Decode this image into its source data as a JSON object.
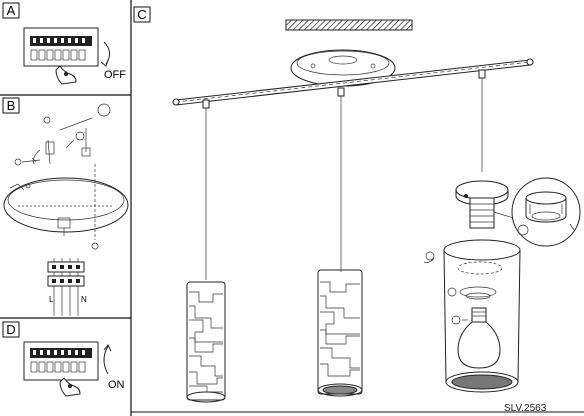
{
  "panels": {
    "a": {
      "letter": "A",
      "switch_state": "OFF"
    },
    "b": {
      "letter": "B",
      "wire_labels": [
        "L",
        "N"
      ]
    },
    "c": {
      "letter": "C"
    },
    "d": {
      "letter": "D",
      "switch_state": "ON"
    }
  },
  "product_code": "SLV.2563"
}
